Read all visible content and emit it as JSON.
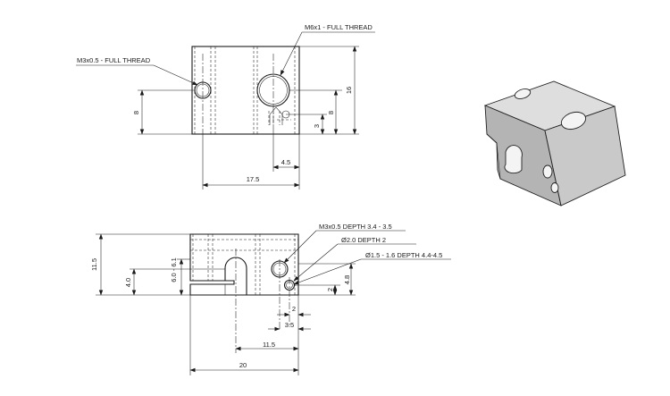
{
  "top_view": {
    "callout_m3": "M3x0.5 - FULL THREAD",
    "callout_m6": "M6x1 - FULL THREAD",
    "dim_16": "16",
    "dim_8_left": "8",
    "dim_8_right": "8",
    "dim_3": "3",
    "dim_4_5": "4.5",
    "dim_17_5": "17.5"
  },
  "front_view": {
    "callout_m3_depth": "M3x0.5 DEPTH 3.4 - 3.5",
    "callout_d2": "Ø2.0 DEPTH 2",
    "callout_d15": "Ø1.5 - 1.6 DEPTH 4.4-4.5",
    "dim_11_5_vertical": "11.5",
    "dim_4_0": "4.0",
    "dim_6_range": "6.0 - 6.1",
    "dim_2_vertical": "2",
    "dim_4_8": "4.8",
    "dim_2_horizontal": "2",
    "dim_3_5": "3.5",
    "dim_11_5_horizontal": "11.5",
    "dim_20": "20"
  }
}
